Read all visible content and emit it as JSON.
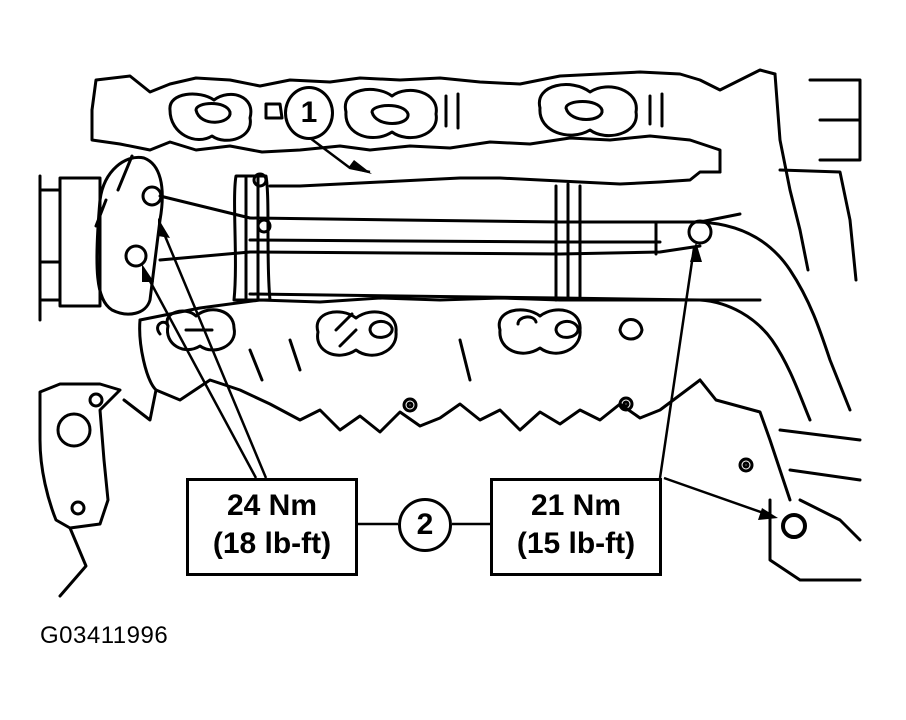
{
  "callouts": {
    "part_1": "1",
    "part_2": "2"
  },
  "torque": {
    "left": {
      "metric": "24 Nm",
      "imperial": "(18 lb-ft)"
    },
    "right": {
      "metric": "21 Nm",
      "imperial": "(15 lb-ft)"
    }
  },
  "figure_id": "G03411996",
  "colors": {
    "line": "#000000",
    "background": "#ffffff"
  }
}
